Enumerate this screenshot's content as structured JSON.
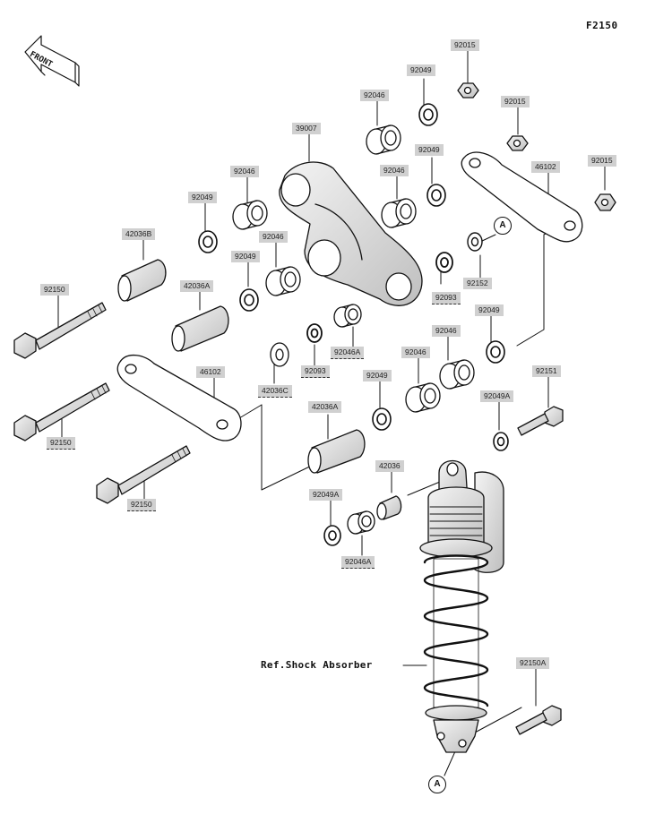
{
  "figure_code": "F2150",
  "front_label": "FRONT",
  "reference_text": "Ref.Shock Absorber",
  "callout_ref": "A",
  "parts": {
    "p92015a": "92015",
    "p92015b": "92015",
    "p92015c": "92015",
    "p92049a": "92049",
    "p92049b": "92049",
    "p92049c": "92049",
    "p92049d": "92049",
    "p92049e": "92049",
    "p92049f": "92049",
    "p92046a": "92046",
    "p92046b": "92046",
    "p92046c": "92046",
    "p92046d": "92046",
    "p92046e": "92046",
    "p92046f": "92046",
    "p39007": "39007",
    "p46102a": "46102",
    "p46102b": "46102",
    "p42036b": "42036B",
    "p42036a1": "42036A",
    "p42036a2": "42036A",
    "p42036c": "42036C",
    "p42036": "42036",
    "p92150a": "92150",
    "p92150b": "92150",
    "p92150c": "92150",
    "p92150cap": "92150A",
    "p92093a": "92093",
    "p92093b": "92093",
    "p92152": "92152",
    "p92046Aa": "92046A",
    "p92046Ab": "92046A",
    "p92049Aa": "92049A",
    "p92049Ab": "92049A",
    "p92151": "92151"
  }
}
